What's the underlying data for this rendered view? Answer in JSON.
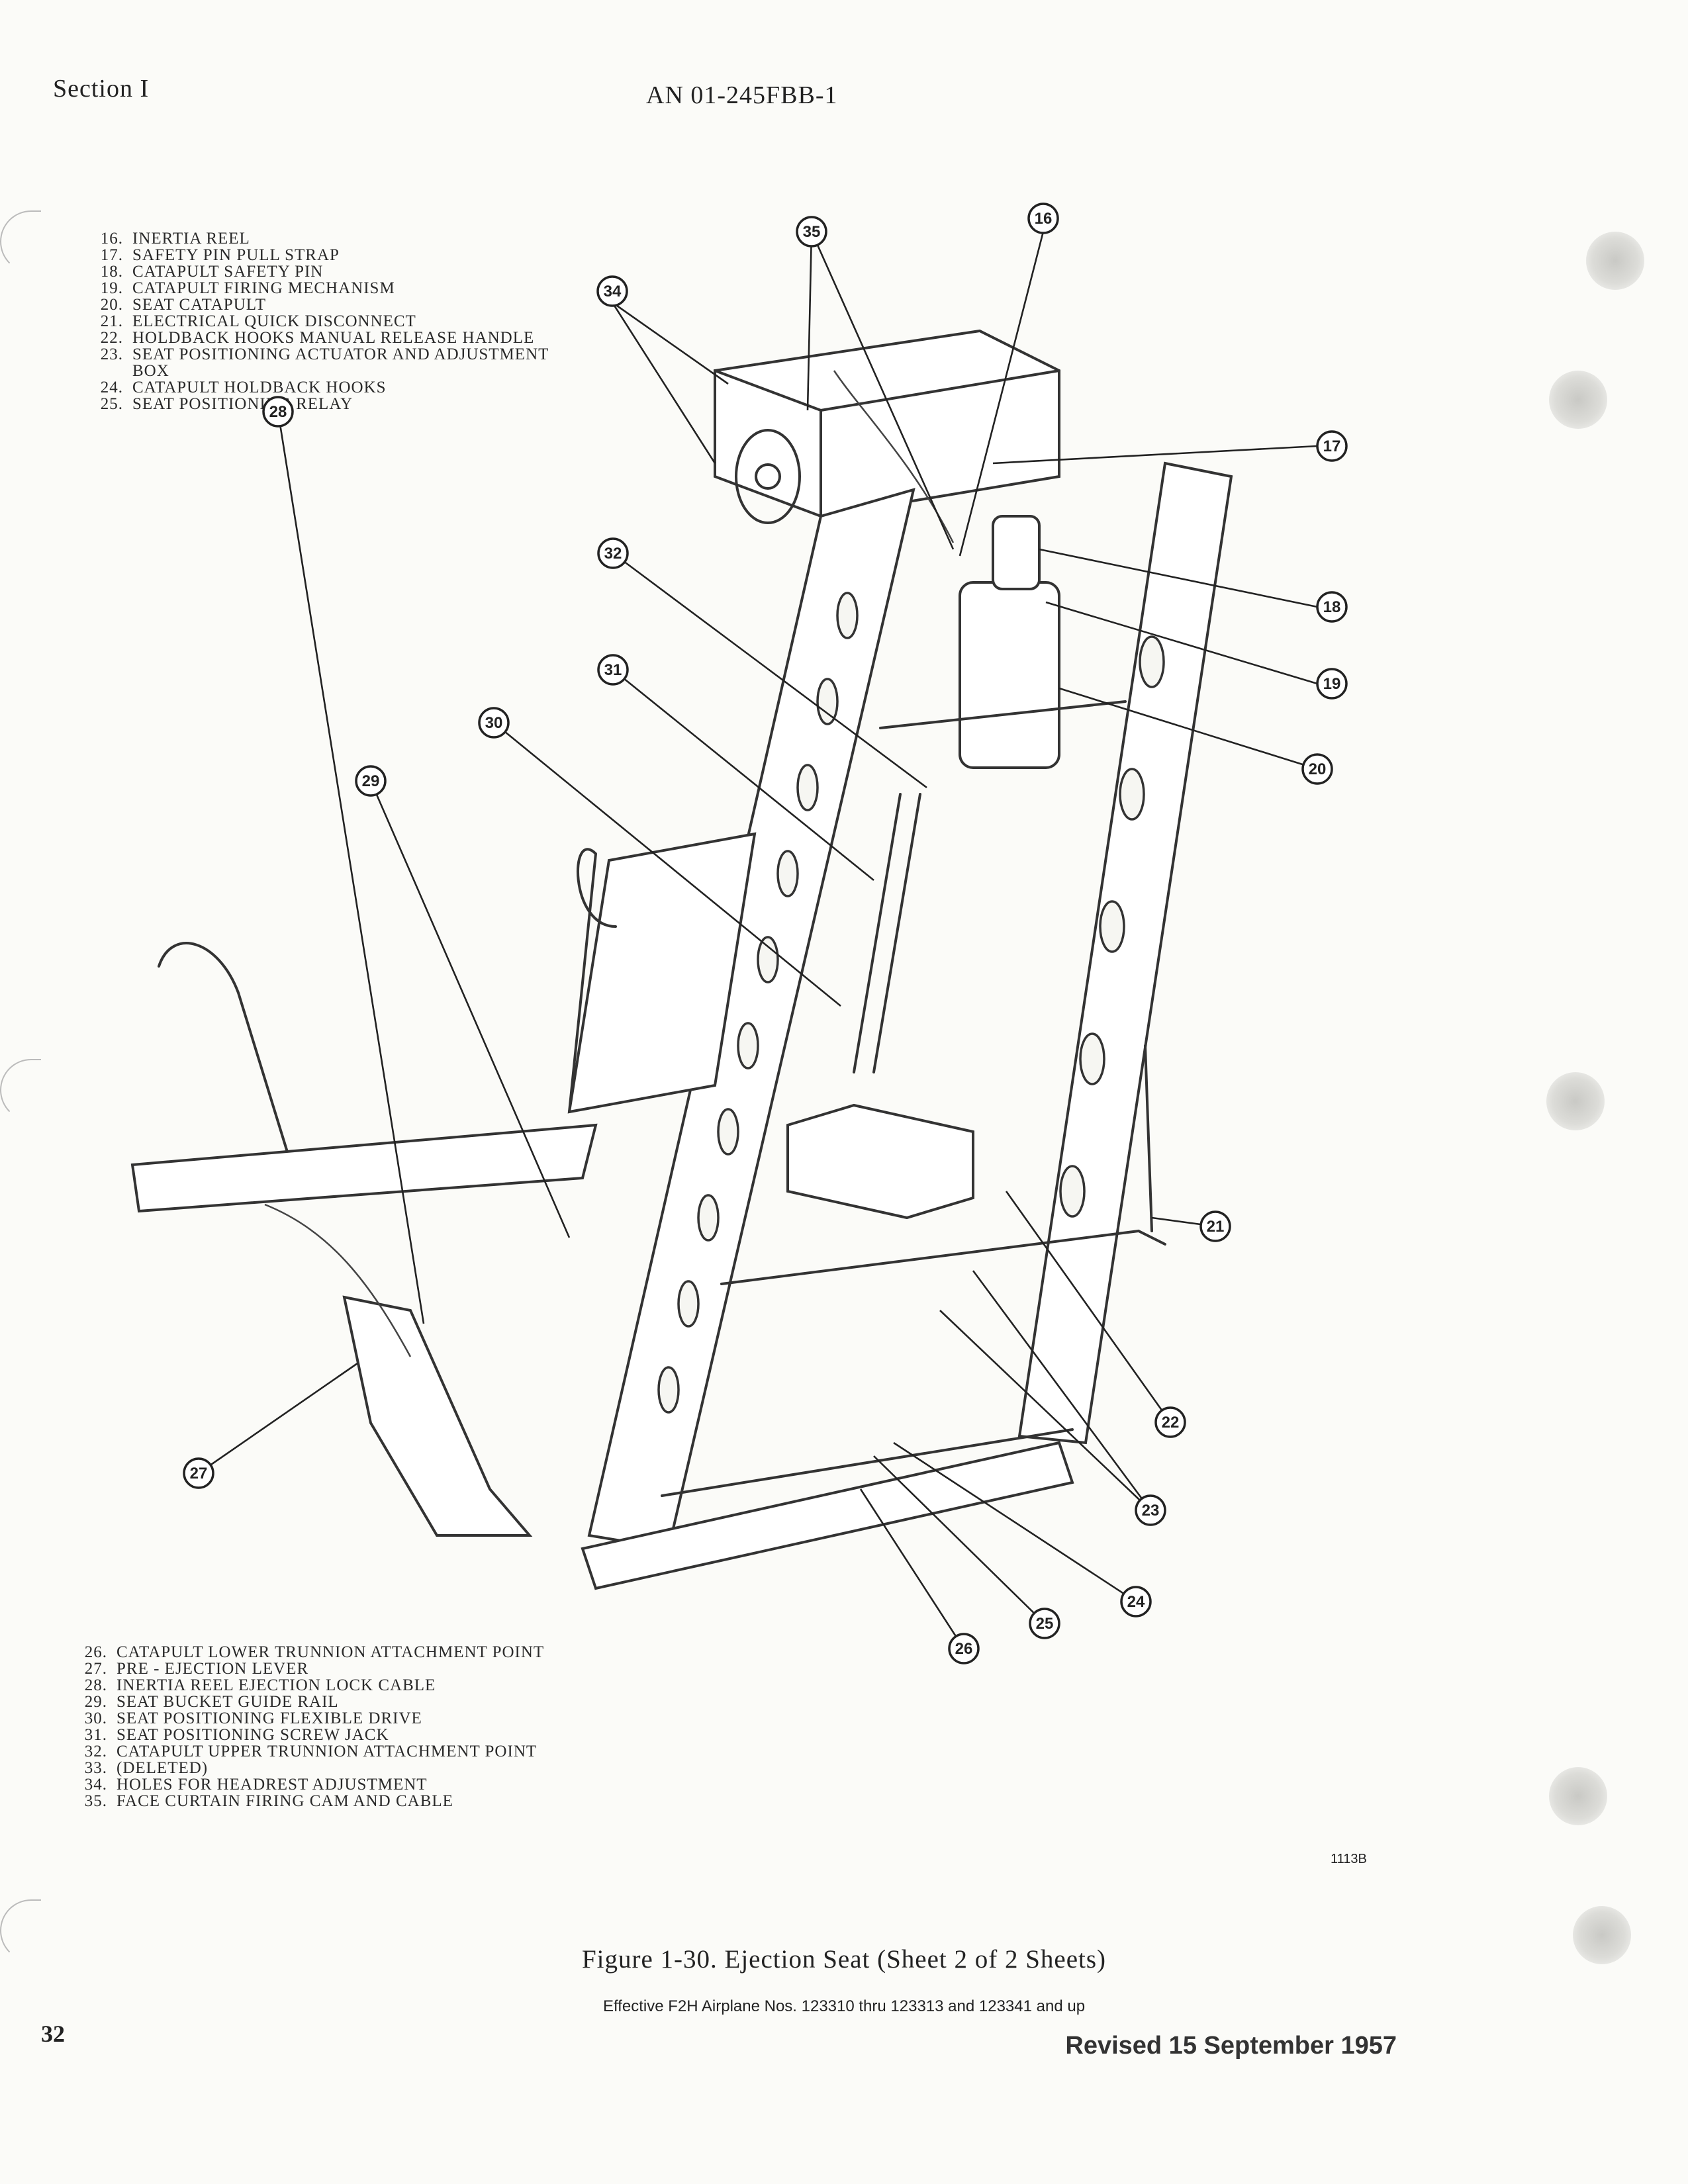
{
  "header": {
    "section": "Section I",
    "document_number": "AN 01-245FBB-1"
  },
  "legend_top": [
    {
      "num": "16.",
      "text": "INERTIA REEL"
    },
    {
      "num": "17.",
      "text": "SAFETY PIN PULL STRAP"
    },
    {
      "num": "18.",
      "text": "CATAPULT SAFETY PIN"
    },
    {
      "num": "19.",
      "text": "CATAPULT FIRING MECHANISM"
    },
    {
      "num": "20.",
      "text": "SEAT CATAPULT"
    },
    {
      "num": "21.",
      "text": "ELECTRICAL QUICK DISCONNECT"
    },
    {
      "num": "22.",
      "text": "HOLDBACK HOOKS MANUAL RELEASE HANDLE"
    },
    {
      "num": "23.",
      "text": "SEAT POSITIONING ACTUATOR AND ADJUSTMENT",
      "cont": "BOX"
    },
    {
      "num": "24.",
      "text": "CATAPULT HOLDBACK HOOKS"
    },
    {
      "num": "25.",
      "text": "SEAT POSITIONING RELAY"
    }
  ],
  "legend_bottom": [
    {
      "num": "26.",
      "text": "CATAPULT LOWER TRUNNION ATTACHMENT POINT"
    },
    {
      "num": "27.",
      "text": "PRE - EJECTION LEVER"
    },
    {
      "num": "28.",
      "text": "INERTIA REEL EJECTION LOCK CABLE"
    },
    {
      "num": "29.",
      "text": "SEAT BUCKET GUIDE RAIL"
    },
    {
      "num": "30.",
      "text": "SEAT POSITIONING FLEXIBLE DRIVE"
    },
    {
      "num": "31.",
      "text": "SEAT POSITIONING SCREW JACK"
    },
    {
      "num": "32.",
      "text": "CATAPULT UPPER TRUNNION ATTACHMENT POINT"
    },
    {
      "num": "33.",
      "text": "(DELETED)"
    },
    {
      "num": "34.",
      "text": "HOLES FOR HEADREST ADJUSTMENT"
    },
    {
      "num": "35.",
      "text": "FACE CURTAIN FIRING CAM AND CABLE"
    }
  ],
  "callouts": [
    "16",
    "17",
    "18",
    "19",
    "20",
    "21",
    "22",
    "23",
    "24",
    "25",
    "26",
    "27",
    "28",
    "29",
    "30",
    "31",
    "32",
    "34",
    "35"
  ],
  "drawing_number": "1113B",
  "caption": {
    "title": "Figure 1-30. Ejection Seat (Sheet 2 of 2 Sheets)",
    "effective": "Effective F2H Airplane Nos. 123310 thru 123313 and 123341 and up"
  },
  "footer": {
    "page_number": "32",
    "revision": "Revised 15 September 1957"
  }
}
